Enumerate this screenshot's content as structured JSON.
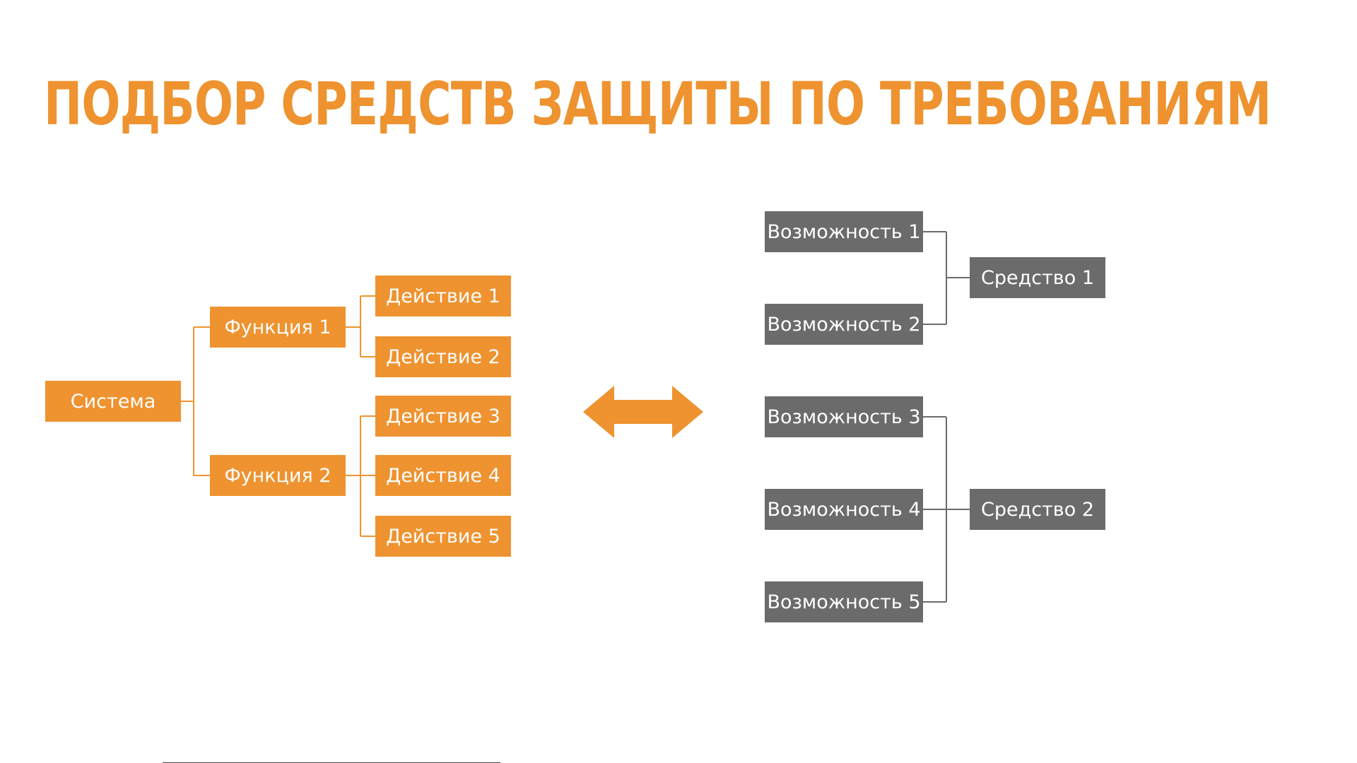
{
  "title": "ПОДБОР СРЕДСТВ ЗАЩИТЫ ПО ТРЕБОВАНИЯМ",
  "requirements_tree": {
    "root": "Система",
    "functions": [
      "Функция 1",
      "Функция 2"
    ],
    "actions": [
      "Действие 1",
      "Действие 2",
      "Действие 3",
      "Действие 4",
      "Действие 5"
    ]
  },
  "capabilities_tree": {
    "capabilities": [
      "Возможность 1",
      "Возможность 2",
      "Возможность 3",
      "Возможность 4",
      "Возможность 5"
    ],
    "tools": [
      "Средство 1",
      "Средство 2"
    ]
  },
  "colors": {
    "accent": "#ee9330",
    "gray": "#6b6b6b"
  },
  "icons": {
    "mapping": "double-arrow-icon"
  }
}
